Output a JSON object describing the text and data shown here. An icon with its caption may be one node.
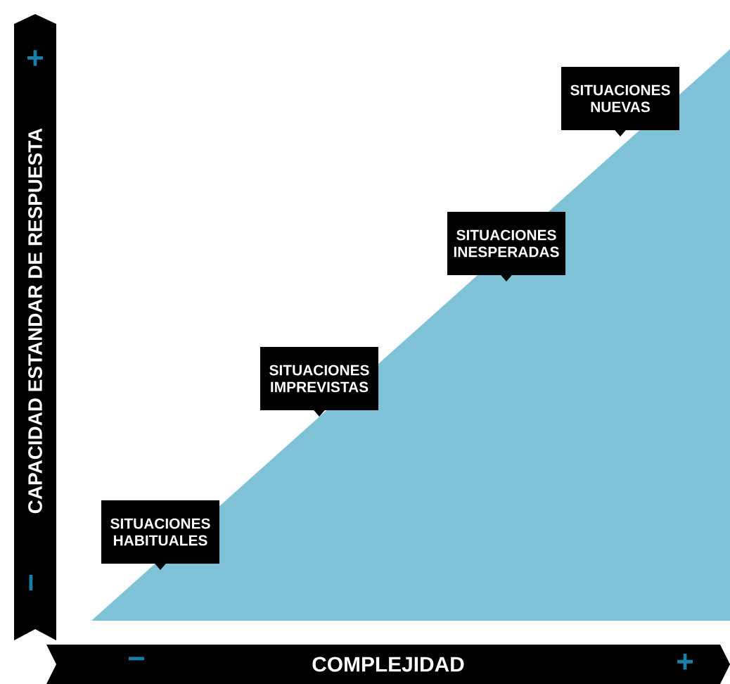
{
  "diagram": {
    "nodes": [
      {
        "text": [
          "SITUACIONES HABITUALES"
        ]
      },
      {
        "text": [
          "SITUACIONES IMPREVISTAS"
        ]
      },
      {
        "text": [
          "SITUACIONES INESPERADAS"
        ]
      },
      {
        "text": [
          "SITUACIONES NUEVAS"
        ]
      }
    ],
    "labels": [
      "CAPACIDAD ESTANDAR DE RESPUESTA",
      "+",
      "−",
      "COMPLEJIDAD",
      "−",
      "+"
    ]
  }
}
